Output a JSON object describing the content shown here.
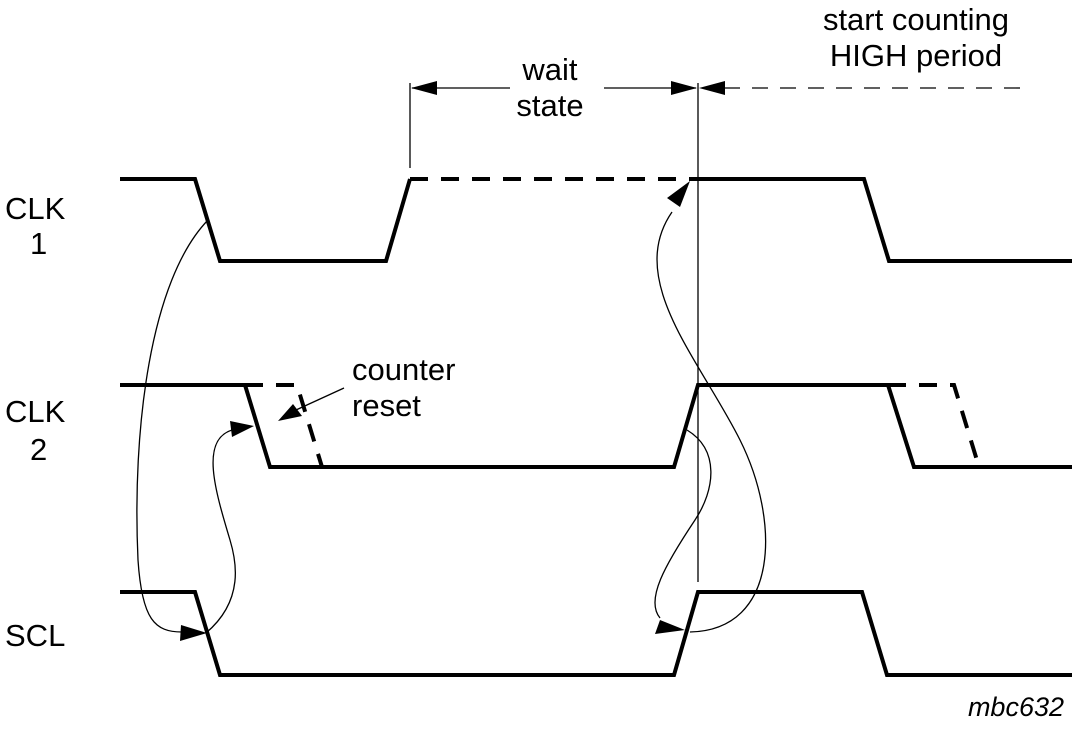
{
  "signals": {
    "clk1_line1": "CLK",
    "clk1_line2": "1",
    "clk2_line1": "CLK",
    "clk2_line2": "2",
    "scl": "SCL"
  },
  "annotations": {
    "wait_line1": "wait",
    "wait_line2": "state",
    "start_line1": "start counting",
    "start_line2": "HIGH period",
    "counter_line1": "counter",
    "counter_line2": "reset"
  },
  "figure_id": "mbc632"
}
